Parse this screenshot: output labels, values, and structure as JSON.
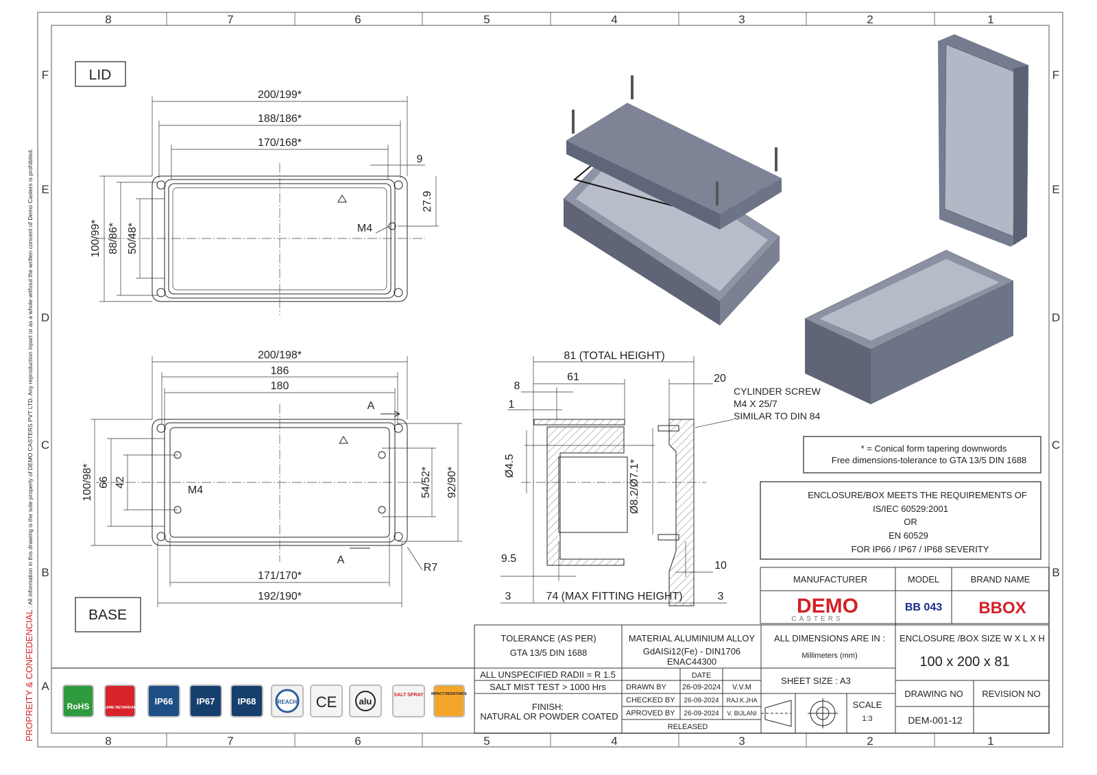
{
  "sheet": {
    "columns": [
      "8",
      "7",
      "6",
      "5",
      "4",
      "3",
      "2",
      "1"
    ],
    "rows": [
      "F",
      "E",
      "D",
      "C",
      "B",
      "A"
    ],
    "confidential_label": "PROPREITY & CONFEDENCIAL",
    "confidential_text": " :  All information in this drawing is the sole property of DEMO CASTERS PVT LTD. Any reproduction inpart or as a whole without the written concent of Demo Casters is prohibited."
  },
  "lid": {
    "label": "LID",
    "dims": {
      "w1": "200/199*",
      "w2": "188/186*",
      "w3": "170/168*",
      "d9": "9",
      "d279": "27.9",
      "h1": "100/99*",
      "h2": "88/86*",
      "h3": "50/48*",
      "m4": "M4"
    }
  },
  "base": {
    "label": "BASE",
    "dims": {
      "w1": "200/198*",
      "w2": "186",
      "w3": "180",
      "sectA": "A",
      "m4": "M4",
      "h1": "100/98*",
      "h2": "66",
      "h3": "42",
      "h4": "54/52*",
      "h5": "92/90*",
      "b1": "171/170*",
      "b2": "192/190*",
      "r7": "R7"
    }
  },
  "section": {
    "total": "81 (TOTAL HEIGHT)",
    "d61": "61",
    "d8": "8",
    "d1": "1",
    "d20": "20",
    "dia45": "Ø4.5",
    "dia82": "Ø8.2/Ø7.1*",
    "d95": "9.5",
    "d10": "10",
    "d3a": "3",
    "fit": "74 (MAX FITTING HEIGHT)",
    "d3b": "3",
    "screw": [
      "CYLINDER SCREW",
      "M4 X 25/7",
      "SIMILAR TO DIN 84"
    ]
  },
  "notes": {
    "conical": [
      "* = Conical form tapering downwords",
      "Free dimensions-tolerance to GTA 13/5 DIN 1688"
    ],
    "standard": [
      "ENCLOSURE/BOX MEETS THE REQUIREMENTS OF",
      "IS/IEC 60529:2001",
      "OR",
      "EN 60529",
      "FOR IP66 / IP67 / IP68 SEVERITY"
    ]
  },
  "badges": [
    "RoHS",
    "FLAME RETARDANT",
    "IP66",
    "IP67",
    "IP68",
    "REACH",
    "CE",
    "alu",
    "SALT SPRAY",
    "IMPACT RESISTANCE"
  ],
  "title_block": {
    "manufacturer_h": "MANUFACTURER",
    "model_h": "MODEL",
    "brand_h": "BRAND NAME",
    "logo": "DEMO",
    "logo_sub": "CASTERS",
    "model": "BB 043",
    "brand": "BBOX",
    "tol1": "TOLERANCE (AS PER)",
    "tol2": "GTA 13/5 DIN 1688",
    "mat1": "MATERIAL ALUMINIUM ALLOY",
    "mat2": "GdAISi12(Fe) - DIN1706",
    "mat3": "ENAC44300",
    "dim1": "ALL DIMENSIONS ARE IN :",
    "dim2": "Millimeters (mm)",
    "size_h": "ENCLOSURE /BOX SIZE W X L X H",
    "size": "100 x 200 x 81",
    "radii": "ALL UNSPECIFIED RADII = R 1.5",
    "salt": "SALT MIST TEST > 1000 Hrs",
    "finish1": "FINISH:",
    "finish2": "NATURAL OR POWDER COATED",
    "date_h": "DATE",
    "drawn": "DRAWN BY",
    "drawn_date": "26-09-2024",
    "drawn_by": "V.V.M",
    "checked": "CHECKED BY",
    "checked_date": "26-09-2024",
    "checked_by": "RAJ.K.JHA",
    "approved": "APROVED BY",
    "approved_date": "26-09-2024",
    "approved_by": "V. BIJLANI",
    "released": "RELEASED",
    "sheet": "SHEET SIZE : A3",
    "scale_h": "SCALE",
    "scale": "1:3",
    "drawing_no_h": "DRAWING NO",
    "revision_h": "REVISION NO",
    "drawing_no": "DEM-001-12"
  },
  "colors": {
    "brand_red": "#d32027",
    "model_blue": "#1b2a8c",
    "box_gray": "#6d7384"
  }
}
